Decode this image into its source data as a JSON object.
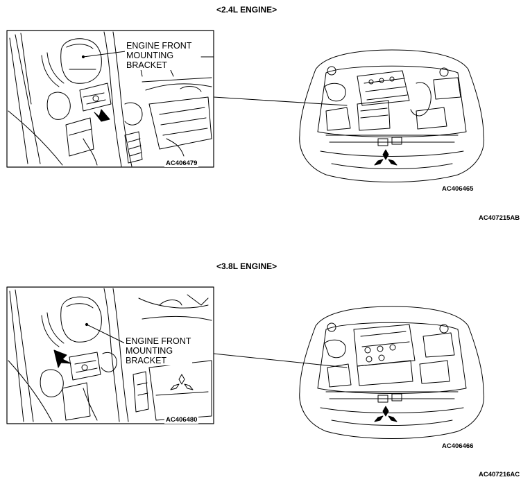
{
  "section1": {
    "heading": "<2.4L ENGINE>",
    "detail_code": "AC406479",
    "overview_code": "AC406465",
    "figure_code": "AC407215AB",
    "callout": "ENGINE FRONT\nMOUNTING\nBRACKET"
  },
  "section2": {
    "heading": "<3.8L ENGINE>",
    "detail_code": "AC406480",
    "overview_code": "AC406466",
    "figure_code": "AC407216AC",
    "callout": "ENGINE FRONT\nMOUNTING\nBRACKET"
  },
  "colors": {
    "line": "#000000",
    "background": "#ffffff"
  }
}
